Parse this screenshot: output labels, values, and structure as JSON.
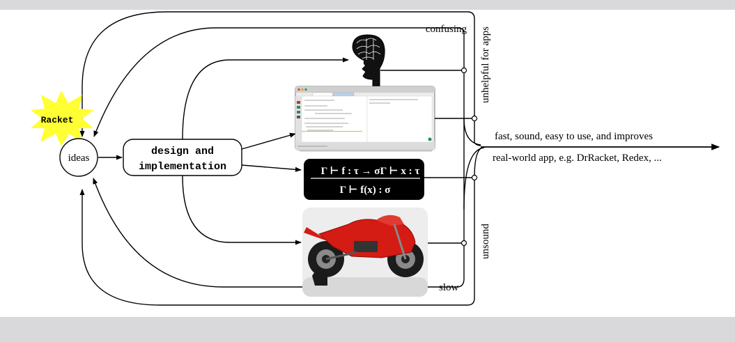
{
  "diagram": {
    "starburst_label": "Racket",
    "ideas_label": "ideas",
    "design_line1": "design and",
    "design_line2": "implementation",
    "label_confusing": "confusing",
    "label_unhelpful": "unhelpful for apps",
    "label_unsound": "unsound",
    "label_slow": "slow",
    "outcome_line1": "fast, sound, easy to use, and improves",
    "outcome_line2": "real-world app, e.g. DrRacket, Redex, ...",
    "typing_premise1": "Γ ⊢ f : τ → σ",
    "typing_premise2": "Γ ⊢ x : τ",
    "typing_conclusion": "Γ ⊢ f(x) : σ"
  },
  "colors": {
    "starburst": "#ffff33",
    "motorcycle_red": "#d41b14",
    "panel_black": "#000000",
    "bar_gray": "#d9d9db"
  },
  "icons": [
    "brain-head-icon",
    "ide-screenshot",
    "motorcycle-photo",
    "racket-starburst"
  ]
}
